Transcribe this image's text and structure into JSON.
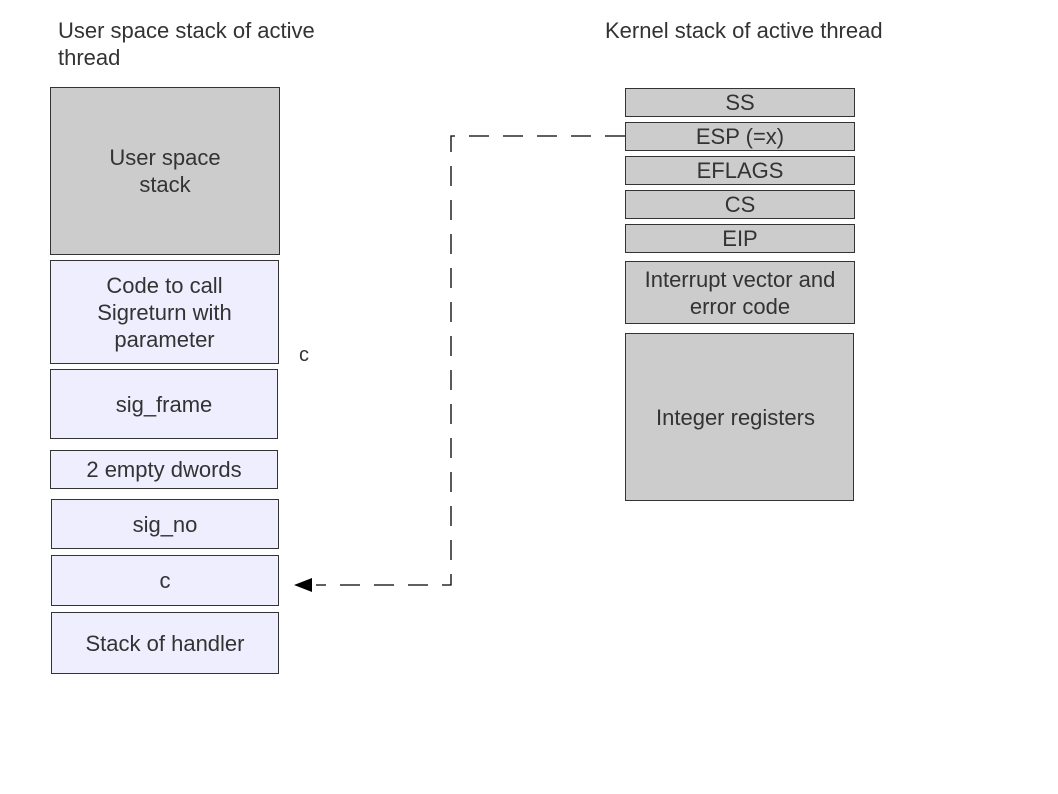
{
  "headings": {
    "user_stack": "User space stack of active thread",
    "kernel_stack": "Kernel stack of active thread"
  },
  "user_stack": {
    "user_space_stack": "User space stack",
    "sigreturn_code": "Code to call Sigreturn with parameter",
    "side_label": "c",
    "sig_frame": "sig_frame",
    "empty_dwords": "2 empty dwords",
    "sig_no": "sig_no",
    "c_slot": "c",
    "handler_stack": "Stack of handler"
  },
  "kernel_stack": {
    "ss": "SS",
    "esp": "ESP (=x)",
    "eflags": "EFLAGS",
    "cs": "CS",
    "eip": "EIP",
    "interrupt": "Interrupt vector and error code",
    "integer_registers": "Integer registers"
  },
  "colors": {
    "gray_fill": "#cccccc",
    "lavender_fill": "#eeeeff",
    "border": "#333333",
    "text": "#333333"
  }
}
